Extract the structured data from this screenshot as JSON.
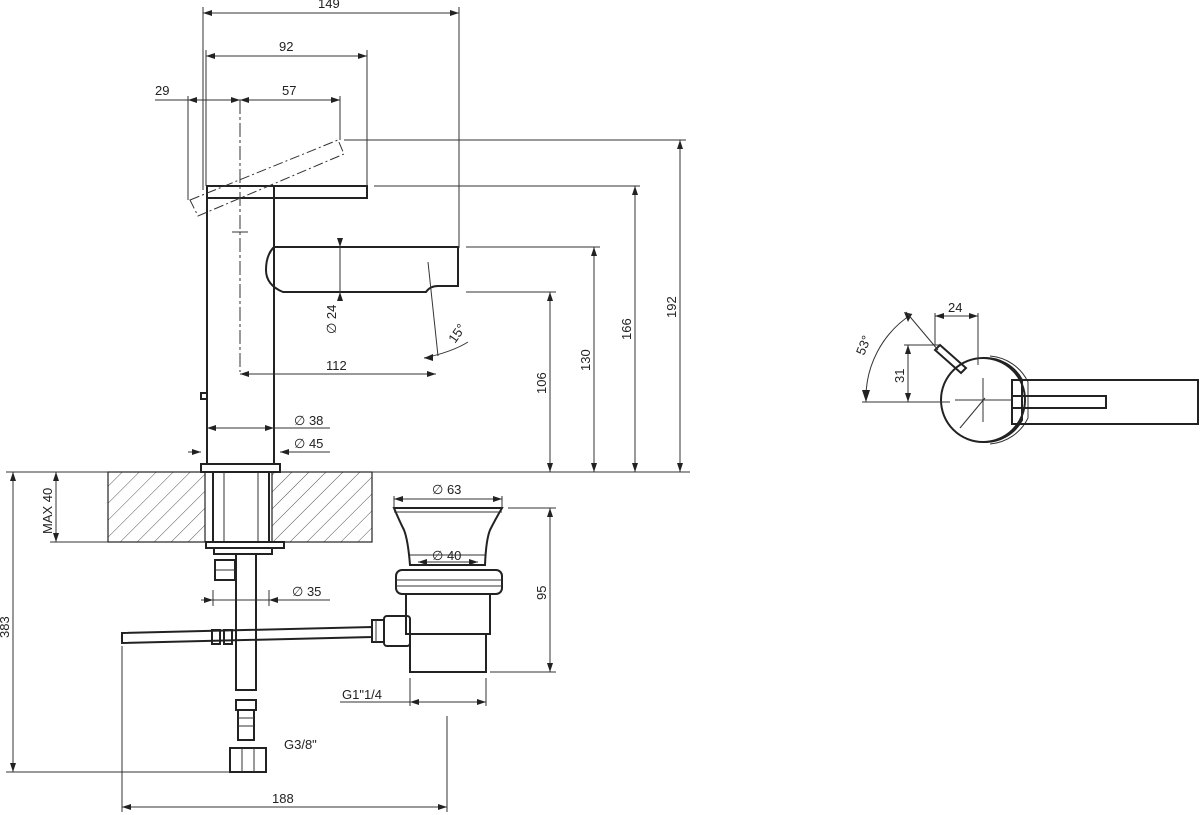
{
  "dimensions": {
    "total_width": "149",
    "handle_reach": "92",
    "offset_left": "29",
    "offset_handle": "57",
    "spout_reach": "112",
    "spout_diameter": "24",
    "spout_angle": "15°",
    "body_diameter": "38",
    "base_diameter": "45",
    "height_spout": "106",
    "height_130": "130",
    "height_166": "166",
    "height_192": "192",
    "max_deck": "MAX 40",
    "shank_diameter": "35",
    "total_height": "383",
    "bottom_width": "188",
    "waste_top_diameter": "63",
    "waste_inner_diameter": "40",
    "waste_height": "95",
    "waste_thread": "G1\"1/4",
    "supply_thread": "G3/8\"",
    "top_handle_width": "24",
    "top_handle_offset": "31",
    "top_handle_angle": "53°"
  },
  "colors": {
    "line": "#222222",
    "background": "#ffffff"
  }
}
